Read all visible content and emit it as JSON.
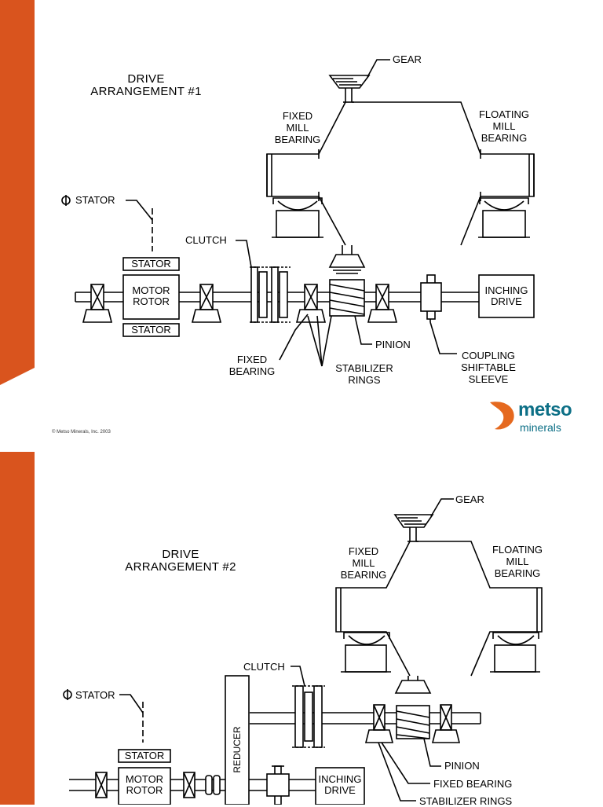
{
  "colors": {
    "accent": "#d9541e",
    "line": "#000000",
    "logo_text": "#0c6f86"
  },
  "slide1": {
    "title_line1": "DRIVE",
    "title_line2": "ARRANGEMENT  #1",
    "labels": {
      "gear": "GEAR",
      "fixed_mill_bearing": [
        "FIXED",
        "MILL",
        "BEARING"
      ],
      "floating_mill_bearing": [
        "FLOATING",
        "MILL",
        "BEARING"
      ],
      "stator_cl": "STATOR",
      "clutch": "CLUTCH",
      "stator_top": "STATOR",
      "motor_rotor": [
        "MOTOR",
        "ROTOR"
      ],
      "stator_bottom": "STATOR",
      "inching_drive": [
        "INCHING",
        "DRIVE"
      ],
      "pinion": "PINION",
      "fixed_bearing": [
        "FIXED",
        "BEARING"
      ],
      "stabilizer_rings": [
        "STABILIZER",
        "RINGS"
      ],
      "coupling": [
        "COUPLING",
        "SHIFTABLE",
        "SLEEVE"
      ]
    },
    "copyright": "© Metso Minerals, Inc. 2003",
    "logo": {
      "word1": "metso",
      "word2": "minerals",
      "icon": "metso-swoosh-icon"
    }
  },
  "slide2": {
    "title_line1": "DRIVE",
    "title_line2": "ARRANGEMENT  #2",
    "labels": {
      "gear": "GEAR",
      "fixed_mill_bearing": [
        "FIXED",
        "MILL",
        "BEARING"
      ],
      "floating_mill_bearing": [
        "FLOATING",
        "MILL",
        "BEARING"
      ],
      "clutch": "CLUTCH",
      "stator_cl": "STATOR",
      "reducer": "REDUCER",
      "stator_top": "STATOR",
      "motor_rotor": [
        "MOTOR",
        "ROTOR"
      ],
      "inching_drive": [
        "INCHING",
        "DRIVE"
      ],
      "pinion": "PINION",
      "fixed_bearing": "FIXED BEARING",
      "stabilizer_rings": "STABILIZER RINGS"
    }
  }
}
